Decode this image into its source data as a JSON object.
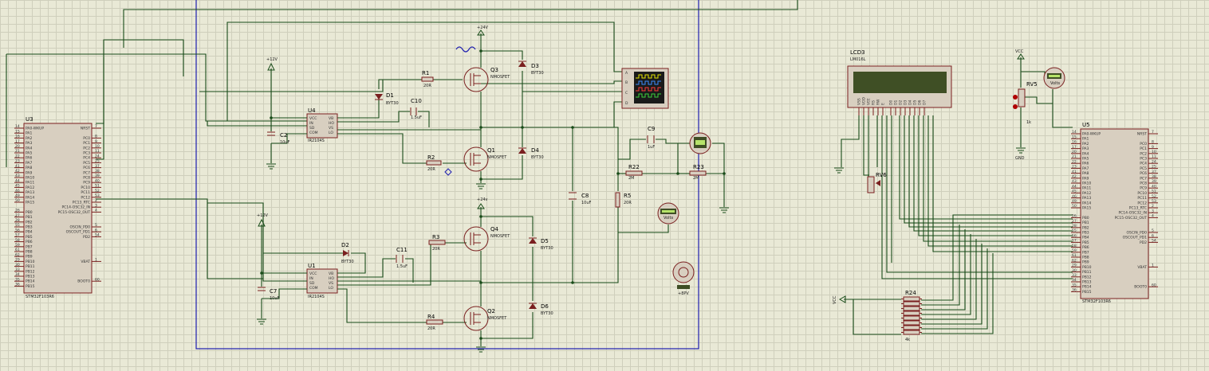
{
  "colors": {
    "background": "#e9e9d6",
    "grid": "#cfcfbc",
    "wire": "#184b18",
    "component": "#7a1f1f",
    "component_fill": "#d8cfc0",
    "sheet_border": "#1e1eb0",
    "lcd_screen": "#3f4f25"
  },
  "mcu_left": {
    "ref": "U3",
    "part": "STM32F103R6",
    "pins_left": [
      "PA0-WKUP",
      "PA1",
      "PA2",
      "PA3",
      "PA4",
      "PA5",
      "PA6",
      "PA7",
      "PA8",
      "PA9",
      "PA10",
      "PA11",
      "PA12",
      "PA13",
      "PA14",
      "PA15",
      "",
      "PB0",
      "PB1",
      "PB2",
      "PB3",
      "PB4",
      "PB5",
      "PB6",
      "PB7",
      "PB8",
      "PB9",
      "PB10",
      "PB11",
      "PB12",
      "PB13",
      "PB14",
      "PB15"
    ],
    "pinnums_left": [
      "14",
      "15",
      "16",
      "17",
      "20",
      "21",
      "22",
      "23",
      "41",
      "42",
      "43",
      "44",
      "45",
      "46",
      "49",
      "50",
      "",
      "26",
      "27",
      "28",
      "55",
      "56",
      "57",
      "58",
      "59",
      "61",
      "62",
      "29",
      "30",
      "33",
      "34",
      "35",
      "36"
    ],
    "pins_right": [
      "NRST",
      "",
      "PC0",
      "PC1",
      "PC2",
      "PC3",
      "PC4",
      "PC5",
      "PC6",
      "PC7",
      "PC8",
      "PC9",
      "PC10",
      "PC11",
      "PC12",
      "PC13_RTC",
      "PC14-OSC32_IN",
      "PC15-OSC32_OUT",
      "",
      "",
      "OSCIN_PD0",
      "OSCOUT_PD1",
      "PD2",
      "",
      "",
      "",
      "",
      "VBAT",
      "",
      "",
      "",
      "BOOT0"
    ],
    "pinnums_right": [
      "7",
      "",
      "8",
      "9",
      "10",
      "11",
      "24",
      "25",
      "37",
      "38",
      "39",
      "40",
      "51",
      "52",
      "53",
      "2",
      "3",
      "4",
      "",
      "",
      "5",
      "6",
      "54",
      "",
      "",
      "",
      "",
      "1",
      "",
      "",
      "",
      "60"
    ]
  },
  "mcu_right": {
    "ref": "U5",
    "part": "STM32F103R6",
    "pins_left": [
      "PA0-WKUP",
      "PA1",
      "PA2",
      "PA3",
      "PA4",
      "PA5",
      "PA6",
      "PA7",
      "PA8",
      "PA9",
      "PA10",
      "PA11",
      "PA12",
      "PA13",
      "PA14",
      "PA15",
      "",
      "PB0",
      "PB1",
      "PB2",
      "PB3",
      "PB4",
      "PB5",
      "PB6",
      "PB7",
      "PB8",
      "PB9",
      "PB10",
      "PB11",
      "PB12",
      "PB13",
      "PB14",
      "PB15"
    ],
    "pinnums_left": [
      "14",
      "15",
      "16",
      "17",
      "20",
      "21",
      "22",
      "23",
      "41",
      "42",
      "43",
      "44",
      "45",
      "46",
      "49",
      "50",
      "",
      "26",
      "27",
      "28",
      "55",
      "56",
      "57",
      "58",
      "59",
      "61",
      "62",
      "29",
      "30",
      "33",
      "34",
      "35",
      "36"
    ],
    "pins_right": [
      "NRST",
      "",
      "PC0",
      "PC1",
      "PC2",
      "PC3",
      "PC4",
      "PC5",
      "PC6",
      "PC7",
      "PC8",
      "PC9",
      "PC10",
      "PC11",
      "PC12",
      "PC13_RTC",
      "PC14-OSC32_IN",
      "PC15-OSC32_OUT",
      "",
      "",
      "OSCIN_PD0",
      "OSCOUT_PD1",
      "PD2",
      "",
      "",
      "",
      "",
      "VBAT",
      "",
      "",
      "",
      "BOOT0"
    ],
    "pinnums_right": [
      "7",
      "",
      "8",
      "9",
      "10",
      "11",
      "24",
      "25",
      "37",
      "38",
      "39",
      "40",
      "51",
      "52",
      "53",
      "2",
      "3",
      "4",
      "",
      "",
      "5",
      "6",
      "54",
      "",
      "",
      "",
      "",
      "1",
      "",
      "",
      "",
      "60"
    ]
  },
  "drivers": [
    {
      "ref": "U4",
      "part": "IR2104S",
      "pins_left": [
        "VCC",
        "IN",
        "SD",
        "COM"
      ],
      "pins_right": [
        "VB",
        "HO",
        "VS",
        "LO"
      ]
    },
    {
      "ref": "U1",
      "part": "IR2104S",
      "pins_left": [
        "VCC",
        "IN",
        "SD",
        "COM"
      ],
      "pins_right": [
        "VB",
        "HO",
        "VS",
        "LO"
      ]
    }
  ],
  "mosfets": [
    {
      "ref": "Q3",
      "type": "NMOSFET"
    },
    {
      "ref": "Q1",
      "type": "NMOSFET"
    },
    {
      "ref": "Q4",
      "type": "NMOSFET"
    },
    {
      "ref": "Q2",
      "type": "NMOSFET"
    }
  ],
  "diodes": [
    {
      "ref": "D1",
      "part": "BYT30"
    },
    {
      "ref": "D2",
      "part": "BYT30"
    },
    {
      "ref": "D3",
      "part": "BYT30"
    },
    {
      "ref": "D4",
      "part": "BYT30"
    },
    {
      "ref": "D5",
      "part": "BYT30"
    },
    {
      "ref": "D6",
      "part": "BYT30"
    }
  ],
  "resistors": [
    {
      "ref": "R1",
      "value": "20R"
    },
    {
      "ref": "R2",
      "value": "20R"
    },
    {
      "ref": "R3",
      "value": "20R"
    },
    {
      "ref": "R4",
      "value": "20R"
    },
    {
      "ref": "R5",
      "value": "20R"
    },
    {
      "ref": "R22",
      "value": "2M"
    },
    {
      "ref": "R23",
      "value": "2M"
    }
  ],
  "capacitors": [
    {
      "ref": "C2",
      "value": "10uF"
    },
    {
      "ref": "C7",
      "value": "10uF"
    },
    {
      "ref": "C8",
      "value": "10uF"
    },
    {
      "ref": "C9",
      "value": "1uF"
    },
    {
      "ref": "C10",
      "value": "1.5uF"
    },
    {
      "ref": "C11",
      "value": "1.5uF"
    }
  ],
  "power_labels": {
    "v24_top": "+24V",
    "v24_mid": "+24v",
    "v12_top": "+12V",
    "v12_bottom": "+12V",
    "vcc_rv5": "VCC",
    "vcc_rn": "VCC",
    "gnd_rv5": "GND"
  },
  "lcd": {
    "ref": "LCD3",
    "part": "LM016L",
    "pins": [
      "VSS",
      "VDD",
      "VEE",
      "RS",
      "RW",
      "E",
      "D0",
      "D1",
      "D2",
      "D3",
      "D4",
      "D5",
      "D6",
      "D7"
    ]
  },
  "pots": [
    {
      "ref": "RV5",
      "value": "1k"
    },
    {
      "ref": "RV6",
      "value": ""
    }
  ],
  "meters": [
    {
      "label": "Volts"
    },
    {
      "label": "Volts"
    }
  ],
  "motor": {
    "label": "+8PV"
  },
  "resnet": {
    "ref": "R24",
    "value": "4k"
  },
  "oscilloscope": {
    "channels": [
      "A",
      "B",
      "C",
      "D"
    ]
  }
}
